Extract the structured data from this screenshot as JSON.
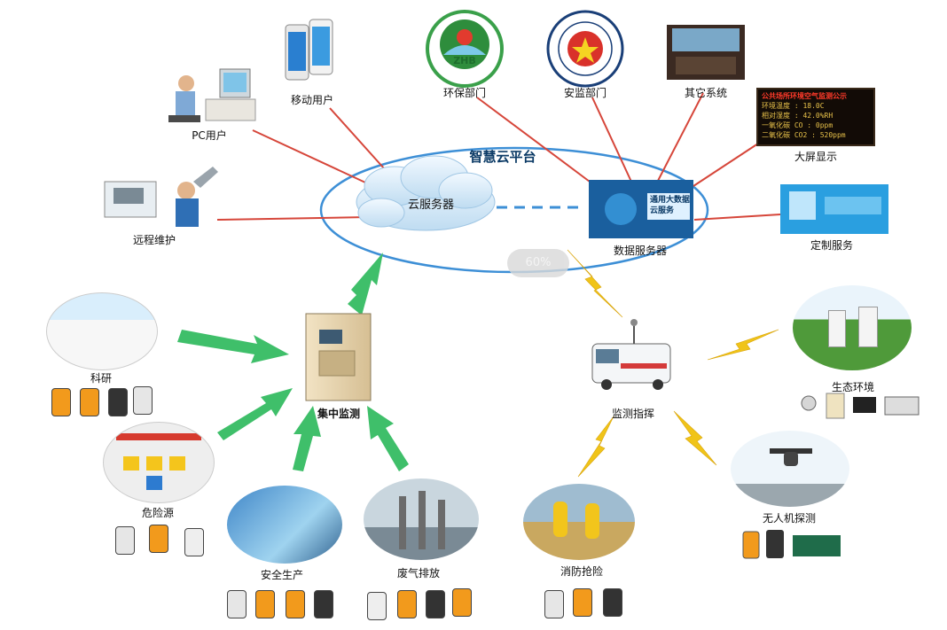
{
  "platform": {
    "title": "智慧云平台"
  },
  "cloud_server": "云服务器",
  "data_server": {
    "label": "数据服务器",
    "screen_text_1": "通用大数据",
    "screen_text_2": "云服务"
  },
  "top_nodes": {
    "pc_user": "PC用户",
    "mobile_user": "移动用户",
    "env_dept": "环保部门",
    "env_logo_text": "ZHB",
    "safety_dept": "安监部门",
    "other_system": "其它系统",
    "big_screen": "大屏显示",
    "remote_maint": "远程维护",
    "custom_service": "定制服务"
  },
  "led_display": {
    "header": "公共场所环境空气监测公示",
    "rows": [
      {
        "name": "环境温度",
        "value": ": 18.0C"
      },
      {
        "name": "相对湿度",
        "value": ": 42.0%RH"
      },
      {
        "name": "一氧化碳 CO",
        "value": ":    0ppm"
      },
      {
        "name": "二氧化碳 CO2",
        "value": ": 520ppm"
      }
    ]
  },
  "center_monitor": "集中监测",
  "left_nodes": {
    "research": "科研",
    "hazard": "危险源",
    "safety_production": "安全生产",
    "exhaust": "废气排放"
  },
  "right_nodes": {
    "command": "监测指挥",
    "fire_rescue": "消防抢险",
    "ecology": "生态环境",
    "drone": "无人机探测"
  },
  "overlay": {
    "zoom_badge": "60%"
  },
  "colors": {
    "red_line": "#d6463a",
    "oval_blue": "#3d8fd6",
    "arrow_green": "#3fbf6a",
    "lightning": "#f0c419",
    "device_orange": "#f29a1c"
  }
}
